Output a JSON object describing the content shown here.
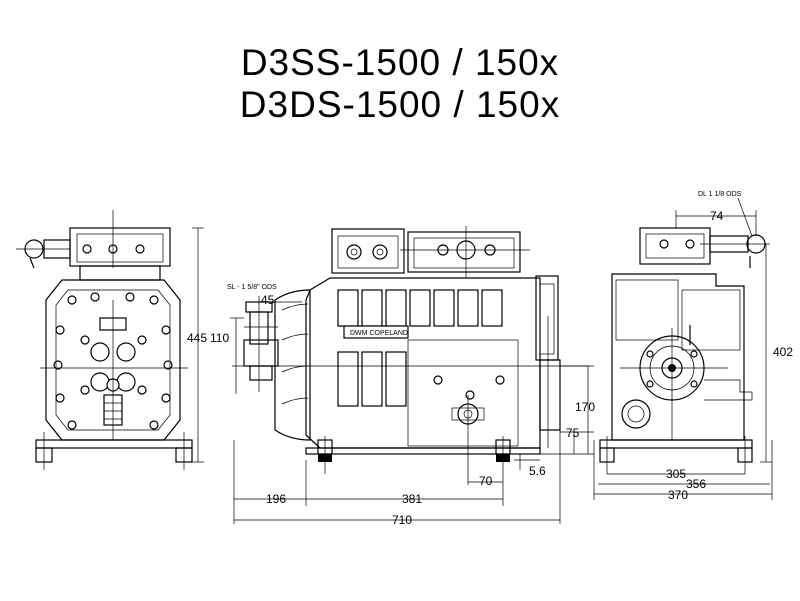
{
  "title": {
    "line1": "D3SS-1500 / 150x",
    "line2": "D3DS-1500 / 150x"
  },
  "labels": {
    "suction_line": "SL - 1 5/8\" ODS",
    "discharge_line": "DL 1 1/8 ODS",
    "nameplate": "DWM COPELAND"
  },
  "dimensions": {
    "d445": "445",
    "d45": "45",
    "d110": "110",
    "d74": "74",
    "d402": "402",
    "d170": "170",
    "d75": "75",
    "d5_6": "5.6",
    "d70": "70",
    "d196": "196",
    "d381": "381",
    "d710": "710",
    "d305": "305",
    "d356": "356",
    "d370": "370"
  }
}
